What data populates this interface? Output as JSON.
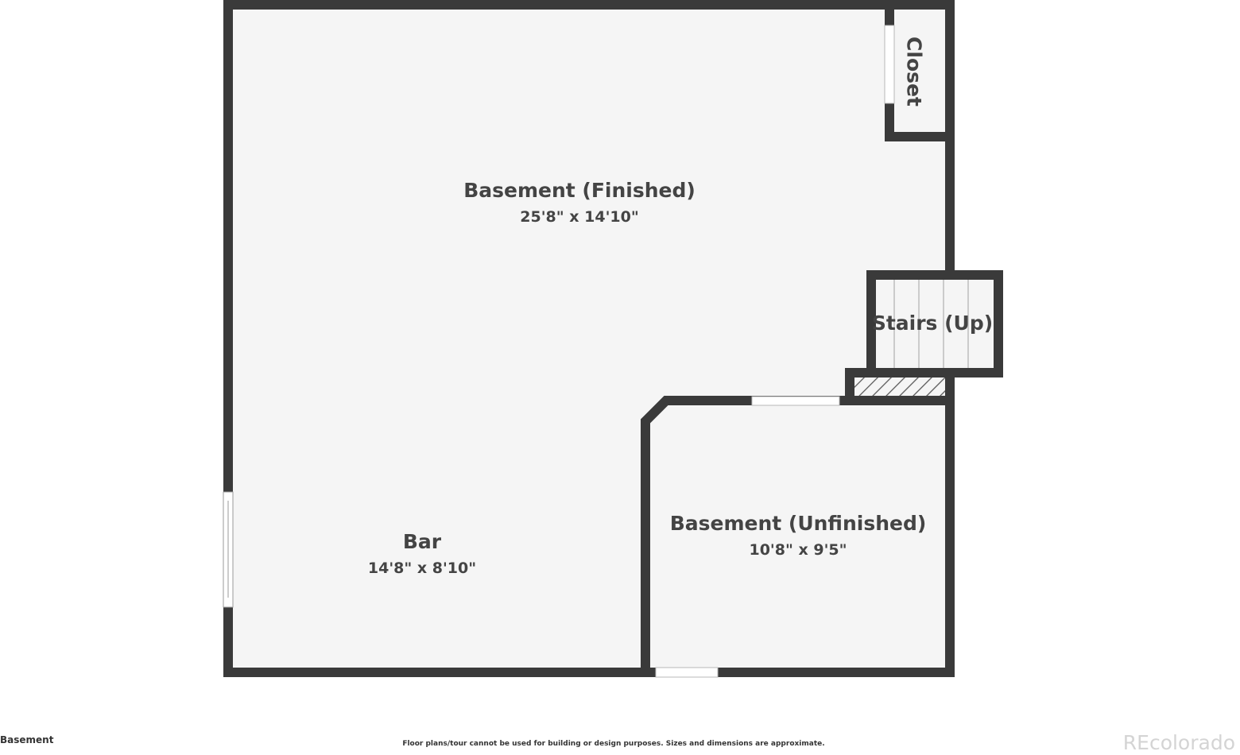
{
  "rooms": {
    "finished": {
      "name": "Basement (Finished)",
      "size": "25'8\" x 14'10\""
    },
    "bar": {
      "name": "Bar",
      "size": "14'8\" x 8'10\""
    },
    "unfinished": {
      "name": "Basement (Unfinished)",
      "size": "10'8\" x 9'5\""
    },
    "stairs": {
      "name": "Stairs (Up)"
    },
    "closet": {
      "name": "Closet"
    }
  },
  "floor_label": "Basement",
  "disclaimer": "Floor plans/tour cannot be used for building or design purposes. Sizes and dimensions are approximate.",
  "watermark": "REcolorado",
  "colors": {
    "wall": "#3a3a3a",
    "floor": "#f5f5f5",
    "hatch": "#555555",
    "text": "#444444"
  }
}
